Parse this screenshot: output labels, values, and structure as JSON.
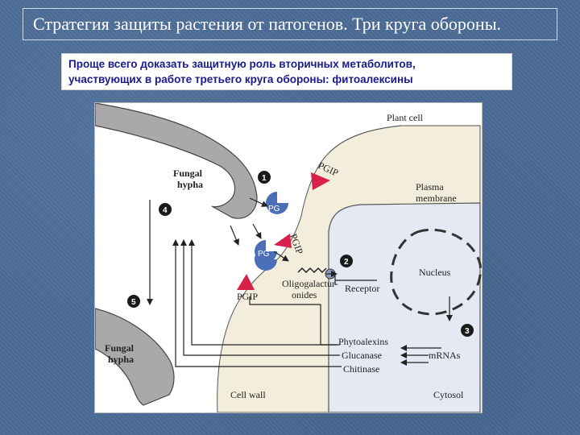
{
  "header": {
    "title": "Стратегия защиты растения от  патогенов. Три круга обороны."
  },
  "caption": {
    "line1": "Проще всего доказать защитную роль вторичных метаболитов,",
    "line2": "участвующих в работе третьего круга обороны:  фитоалексины"
  },
  "diagram": {
    "labels": {
      "plant_cell": "Plant cell",
      "fungal_hypha_1a": "Fungal",
      "fungal_hypha_1b": "hypha",
      "fungal_hypha_2a": "Fungal",
      "fungal_hypha_2b": "hypha",
      "plasma_membrane_a": "Plasma",
      "plasma_membrane_b": "membrane",
      "nucleus": "Nucleus",
      "receptor": "Receptor",
      "oligo_a": "Oligogalactur-",
      "oligo_b": "onides",
      "phytoalexins": "Phytoalexins",
      "glucanase": "Glucanase",
      "chitinase": "Chitinase",
      "mrnas": "mRNAs",
      "cell_wall": "Cell wall",
      "cytosol": "Cytosol",
      "pg": "PG",
      "pgip": "PGIP"
    },
    "steps": [
      "1",
      "2",
      "3",
      "4",
      "5"
    ],
    "colors": {
      "cell_wall": "#f3eedb",
      "cytosol": "#e4e9f4",
      "hypha": "#a9a9ab",
      "pg": "#4b6fb6",
      "pgip": "#d6204a",
      "step_badge": "#1a1a1a"
    }
  }
}
